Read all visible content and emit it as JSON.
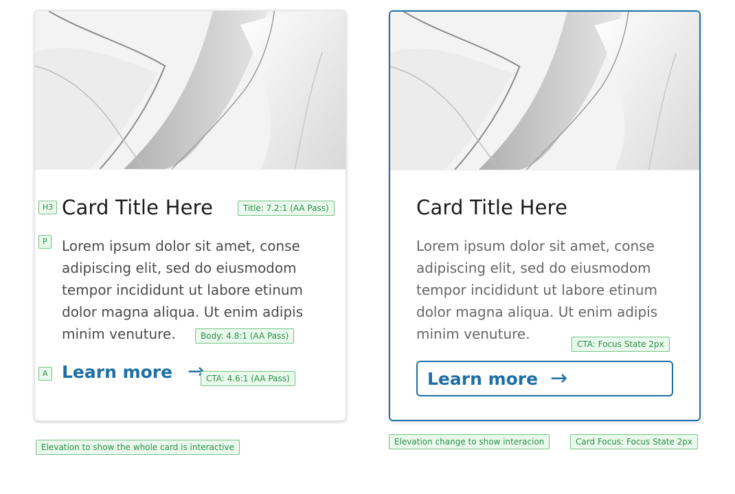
{
  "card_default": {
    "title": "Card Title Here",
    "body": "Lorem ipsum dolor sit amet, conse adipiscing elit, sed do eiusmodom tempor incididunt ut labore etinum dolor magna aliqua. Ut enim adipis minim venuture.",
    "cta_label": "Learn more",
    "cta_arrow": "→",
    "tags": {
      "h3": "H3",
      "p": "P",
      "a": "A",
      "title_contrast": "Title: 7.2:1 (AA Pass)",
      "body_contrast": "Body: 4.8:1 (AA Pass)",
      "cta_contrast": "CTA: 4.6:1 (AA Pass)"
    },
    "caption": "Elevation to show the whole card is interactive"
  },
  "card_focus": {
    "title": "Card Title Here",
    "body": "Lorem ipsum dolor sit amet, conse adipiscing elit, sed do eiusmodom tempor incididunt ut labore etinum dolor magna aliqua. Ut enim adipis minim venuture.",
    "cta_label": "Learn more",
    "cta_arrow": "→",
    "tags": {
      "cta_focus": "CTA: Focus State 2px"
    },
    "captions": {
      "elevation": "Elevation change to show interacion",
      "card_focus": "Card Focus: Focus State 2px"
    }
  },
  "colors": {
    "accent": "#1d6fa5",
    "annotation_bg": "#e9f9ec",
    "annotation_border": "#74c286",
    "annotation_text": "#2d8c48",
    "title_text": "#1a1a1a",
    "body_text": "#4a4a4a"
  },
  "icons": {
    "cta_arrow": "arrow-right-icon",
    "image": "crumpled-fabric-image"
  }
}
